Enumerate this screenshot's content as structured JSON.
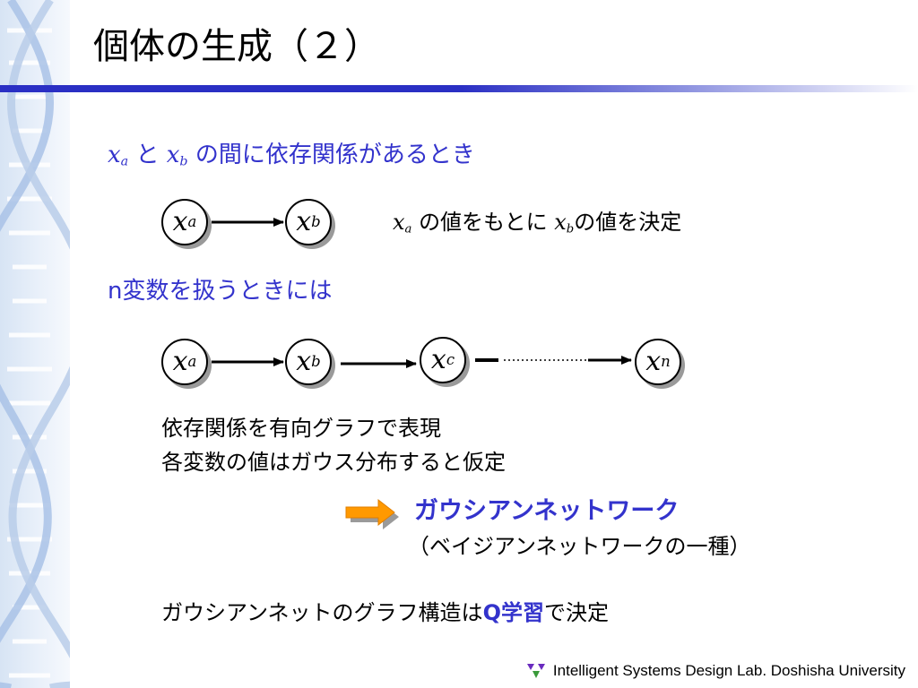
{
  "slide": {
    "title": "個体の生成（２）"
  },
  "section1": {
    "var_a": "x",
    "var_a_sub": "a",
    "joiner": "と",
    "var_b": "x",
    "var_b_sub": "b",
    "rest": "の間に依存関係があるとき"
  },
  "graph1": {
    "nodes": [
      {
        "letter": "x",
        "sub": "a"
      },
      {
        "letter": "x",
        "sub": "b"
      }
    ],
    "note": {
      "var_a": "x",
      "var_a_sub": "a",
      "part1": "の値をもとに",
      "var_b": "x",
      "var_b_sub": "b",
      "part2": "の値を決定"
    }
  },
  "section2": {
    "heading": "n変数を扱うときには"
  },
  "graph2": {
    "nodes": [
      {
        "letter": "x",
        "sub": "a"
      },
      {
        "letter": "x",
        "sub": "b"
      },
      {
        "letter": "x",
        "sub": "c"
      },
      {
        "letter": "x",
        "sub": "n"
      }
    ]
  },
  "description": {
    "line1": "依存関係を有向グラフで表現",
    "line2": "各変数の値はガウス分布すると仮定"
  },
  "result": {
    "label": "ガウシアンネットワーク",
    "sublabel": "（ベイジアンネットワークの一種）"
  },
  "conclusion": {
    "prefix": "ガウシアンネットのグラフ構造は",
    "emphasis": "Q学習",
    "suffix": "で決定"
  },
  "footer": {
    "text": "Intelligent Systems Design Lab. Doshisha University"
  },
  "colors": {
    "accent_blue": "#3333cc",
    "arrow_orange": "#ff9900",
    "rule_blue": "#2a2fc4"
  },
  "icons": {
    "footer_logo": "triangle-cluster-icon",
    "result_arrow": "orange-right-arrow-icon"
  }
}
